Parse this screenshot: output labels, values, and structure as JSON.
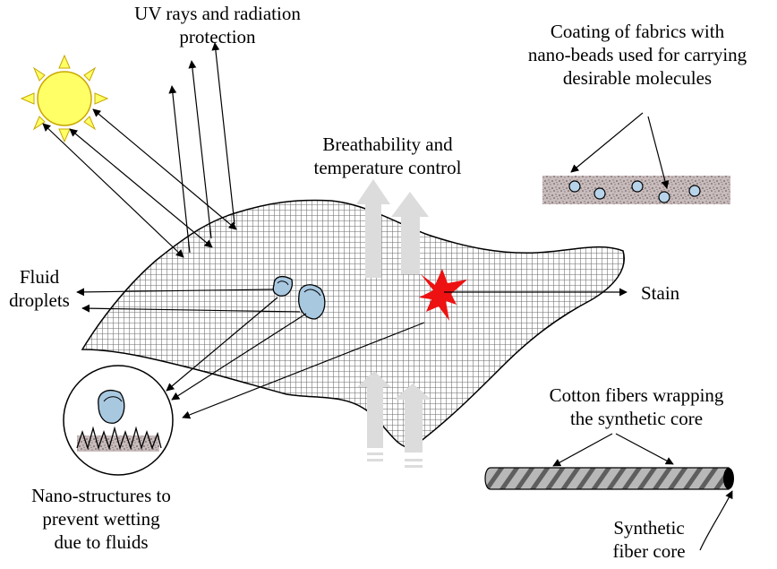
{
  "labels": {
    "uv": [
      "UV rays and radiation",
      "protection"
    ],
    "coating": [
      "Coating of fabrics with",
      "nano-beads used for carrying",
      "desirable molecules"
    ],
    "breathability": [
      "Breathability and",
      "temperature control"
    ],
    "fluid": [
      "Fluid",
      "droplets"
    ],
    "stain": "Stain",
    "cotton": [
      "Cotton fibers wrapping",
      "the synthetic core"
    ],
    "nano": [
      "Nano-structures to",
      "prevent wetting",
      "due to fluids"
    ],
    "synthetic": [
      "Synthetic",
      "fiber core"
    ]
  },
  "colors": {
    "sun_fill": "#ffff66",
    "sun_stroke": "#c8a800",
    "fabric_fill": "#9a9a9a",
    "stain": "#ee1111",
    "droplet": "#a8c8e0",
    "bead": "#b8d4ea",
    "arrow_gray": "#dcdcdc"
  },
  "icons": {
    "sun": "sun-icon",
    "stain": "stain-splat-icon",
    "droplet": "water-droplet-icon",
    "bead": "nano-bead-icon"
  }
}
